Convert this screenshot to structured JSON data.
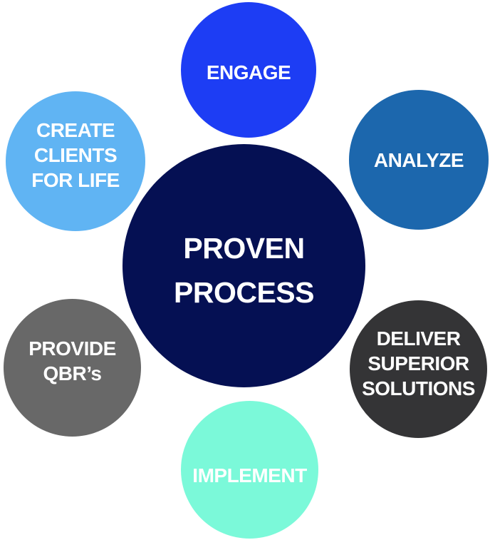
{
  "diagram": {
    "background": "#ffffff",
    "text_color": "#ffffff",
    "center": {
      "id": "proven-process",
      "label_lines": [
        "PROVEN",
        "PROCESS"
      ],
      "color": "#051053"
    },
    "nodes": [
      {
        "id": "engage",
        "label_lines": [
          "ENGAGE"
        ],
        "color": "#1d3df4"
      },
      {
        "id": "analyze",
        "label_lines": [
          "ANALYZE"
        ],
        "color": "#1c67ad"
      },
      {
        "id": "deliver-superior-solutions",
        "label_lines": [
          "DELIVER",
          "SUPERIOR",
          "SOLUTIONS"
        ],
        "color": "#343436"
      },
      {
        "id": "implement",
        "label_lines": [
          "IMPLEMENT"
        ],
        "color": "#7bf9d9"
      },
      {
        "id": "provide-qbrs",
        "label_lines": [
          "PROVIDE",
          "QBR’s"
        ],
        "color": "#686868"
      },
      {
        "id": "create-clients-for-life",
        "label_lines": [
          "CREATE",
          "CLIENTS",
          "FOR LIFE"
        ],
        "color": "#60b4f3"
      }
    ]
  }
}
